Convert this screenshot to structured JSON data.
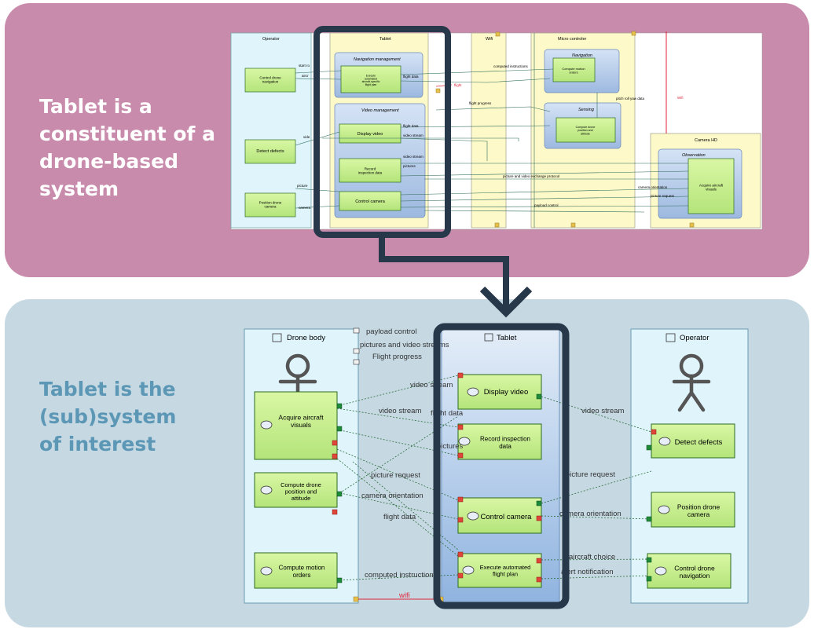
{
  "captions": {
    "top": "Tablet is a\nconstituent of a\ndrone-based\nsystem",
    "bottom": "Tablet is the\n(sub)system\nof interest"
  },
  "top_diagram": {
    "parts": {
      "operator": "Operator",
      "tablet": "Tablet",
      "wifi": "Wifi",
      "micro": "Micro controler",
      "camera": "Camera HD"
    },
    "groups": {
      "nav_mgmt": "Navigation management",
      "video_mgmt": "Video management",
      "navigation": "Navigation",
      "sensing": "Sensing",
      "observation": "Observation"
    },
    "functions": {
      "control_nav": "Control drone navigation",
      "detect": "Detect defects",
      "position": "Position drone camera",
      "exec_plan": "Execute automated aircraft-specific flight plan",
      "display": "Display video",
      "record": "Record inspection data",
      "control_cam": "Control camera",
      "compute_orders": "Compute motion orders",
      "compute_pos": "Compute drone position and attitude",
      "acquire": "Acquire aircraft visuals"
    },
    "exchanges": {
      "start": "start ro",
      "alert": "aircr",
      "flight_data": "flight data",
      "computed": "computed instructions",
      "flight_data2": "flight data",
      "video": "vide",
      "video_stream": "video stream",
      "video_stream2": "video stream",
      "pictures": "pictures",
      "picture": "picture",
      "camera": "camera",
      "pitch": "pitch roll yaw data",
      "flight_progress": "flight progress",
      "protocol": "picture and video exchange protocol",
      "cam_orient": "camera orientation",
      "pic_request": "picture request",
      "payload": "payload control",
      "red_small": "flight",
      "red_small2": "Wifi"
    },
    "accent": "#ff0000"
  },
  "bottom_diagram": {
    "parts": {
      "drone_body": "Drone body",
      "tablet": "Tablet",
      "operator": "Operator"
    },
    "functions": {
      "acquire": "Acquire aircraft visuals",
      "compute_pos": "Compute drone position and attitude",
      "compute_orders": "Compute motion orders",
      "display": "Display video",
      "record": "Record inspection data",
      "control_cam": "Control camera",
      "exec_plan": "Execute automated flight plan",
      "detect": "Detect defects",
      "position": "Position drone camera",
      "control_nav": "Control drone navigation"
    },
    "exchanges": {
      "payload": "payload control",
      "pics_video": "pictures and video streams",
      "progress": "Flight progress",
      "video_stream_1": "video stream",
      "video_stream_2": "video stream",
      "flight_data_1": "flight data",
      "pictures": "pictures",
      "picture_request_1": "picture request",
      "camera_orientation_1": "camera orientation",
      "flight_data_2": "flight data",
      "computed": "computed instructions",
      "video_stream_3": "video stream",
      "picture_request_2": "picture request",
      "camera_orientation_2": "camera orientation",
      "aircraft_choice": "aircraft choice",
      "alert": "alert notification",
      "wifi": "wifi"
    }
  }
}
